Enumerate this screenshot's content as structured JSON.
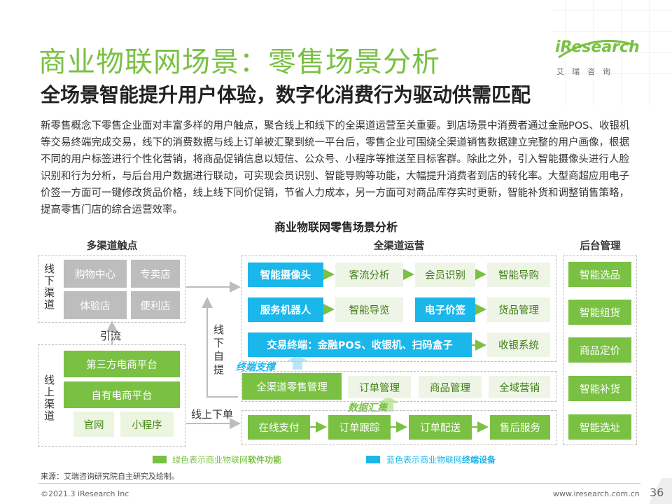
{
  "header": {
    "title": "商业物联网场景：零售场景分析",
    "subtitle": "全场景智能提升用户体验，数字化消费行为驱动供需匹配",
    "logo_text": "iResearch",
    "logo_sub": "艾瑞咨询"
  },
  "body_text": "新零售概念下零售企业面对丰富多样的用户触点，聚合线上和线下的全渠道运营至关重要。到店场景中消费者通过金融POS、收银机等交易终端完成交易，线下的消费数据与线上订单被汇聚到统一平台后，零售企业可围绕全渠道销售数据建立完整的用户画像，根据不同的用户标签进行个性化营销，将商品促销信息以短信、公众号、小程序等推送至目标客群。除此之外，引入智能摄像头进行人脸识别和行为分析，与后台用户数据进行联动，可实现会员识别、智能导购等功能，大幅提升消费者到店的转化率。大型商超应用电子价签一方面可一键修改货品价格，线上线下同价促销，节省人力成本，另一方面可对商品库存实时更新，智能补货和调整销售策略，提高零售门店的综合运营效率。",
  "diagram": {
    "title": "商业物联网零售场景分析",
    "col_touchpoints": "多渠道触点",
    "col_operation": "全渠道运营",
    "col_backend": "后台管理",
    "offline_label": "线下渠道",
    "online_label": "线上渠道",
    "offline_items": [
      "购物中心",
      "专卖店",
      "体验店",
      "便利店"
    ],
    "online_items": [
      "第三方电商平台",
      "自有电商平台"
    ],
    "online_small": [
      "官网",
      "小程序"
    ],
    "traffic_label": "引流",
    "offline_pickup_label": "线下自提",
    "online_order_label": "线上下单",
    "terminal_support": "终端支撑",
    "data_collect": "数据汇集",
    "row1": [
      "智能摄像头",
      "客流分析",
      "会员识别",
      "智能导购"
    ],
    "row2": [
      "服务机器人",
      "智能导览",
      "电子价签",
      "货品管理"
    ],
    "row3": [
      "交易终端：金融POS、收银机、扫码盒子",
      "收银系统"
    ],
    "row4": [
      "全渠道零售管理",
      "订单管理",
      "商品管理",
      "全域营销"
    ],
    "row5": [
      "在线支付",
      "订单跟踪",
      "订单配送",
      "售后服务"
    ],
    "backend": [
      "智能选品",
      "智能组货",
      "商品定价",
      "智能补货",
      "智能选址"
    ],
    "legend_green_prefix": "绿色表示商业物联网",
    "legend_green_emph": "软件功能",
    "legend_blue_prefix": "蓝色表示商业物联网",
    "legend_blue_emph": "终端设备"
  },
  "footer": {
    "source": "来源：艾瑞咨询研究院自主研究及绘制。",
    "copyright": "©2021.3 iResearch Inc",
    "url": "www.iresearch.com.cn",
    "page": "36"
  },
  "colors": {
    "green": "#7ac143",
    "blue": "#1ab7ea",
    "gray": "#bdbdbd"
  }
}
